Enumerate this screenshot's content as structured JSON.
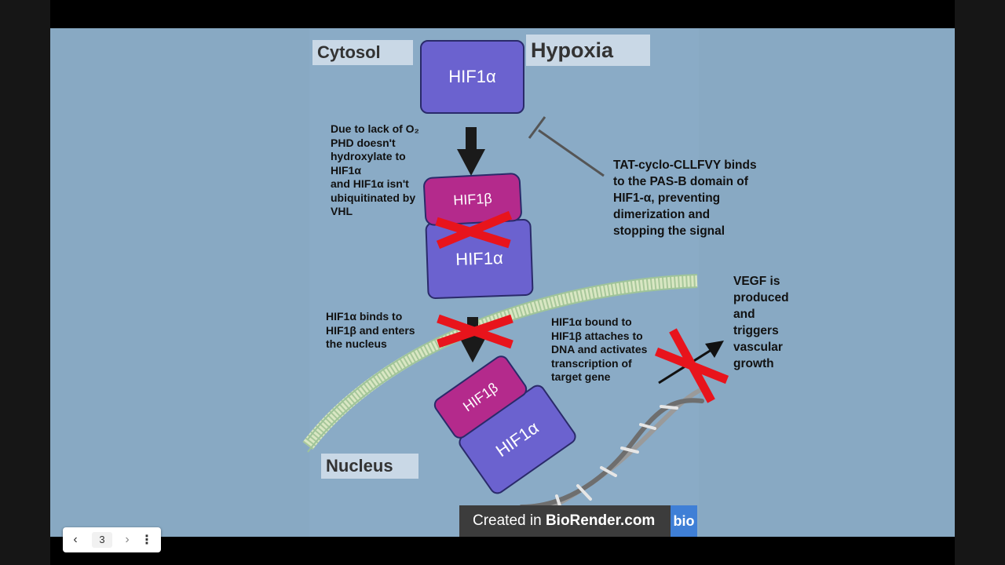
{
  "slide": {
    "label_cytosol": "Cytosol",
    "label_hypoxia": "Hypoxia",
    "label_nucleus": "Nucleus",
    "top_box": "HIF1α",
    "dimer1_beta": "HIF1β",
    "dimer1_alpha": "HIF1α",
    "dimer2_beta": "HIF1β",
    "dimer2_alpha": "HIF1α",
    "text_lack_o2": "Due to lack of O₂\nPHD doesn't\nhydroxylate to\nHIF1α\nand HIF1α isn't\nubiquitinated by\nVHL",
    "text_tat": "TAT-cyclo-CLLFVY binds\nto the PAS-B domain of\nHIF1-α, preventing\ndimerization and\nstopping the signal",
    "text_binds": "HIF1α binds to\nHIF1β and enters\nthe nucleus",
    "text_bound": "HIF1α bound to\nHIF1β attaches to\nDNA and activates\ntranscription of\ntarget gene",
    "text_vegf": "VEGF is\nproduced\nand\ntriggers\nvascular\ngrowth",
    "footer_created": "Created in ",
    "footer_brand": "BioRender.com",
    "footer_logo": "bio"
  },
  "nav": {
    "page": "3"
  },
  "colors": {
    "hif_alpha": "#6b62cf",
    "hif_beta": "#b42a8c",
    "cross": "#e8141c",
    "background": "#88a9c3"
  }
}
